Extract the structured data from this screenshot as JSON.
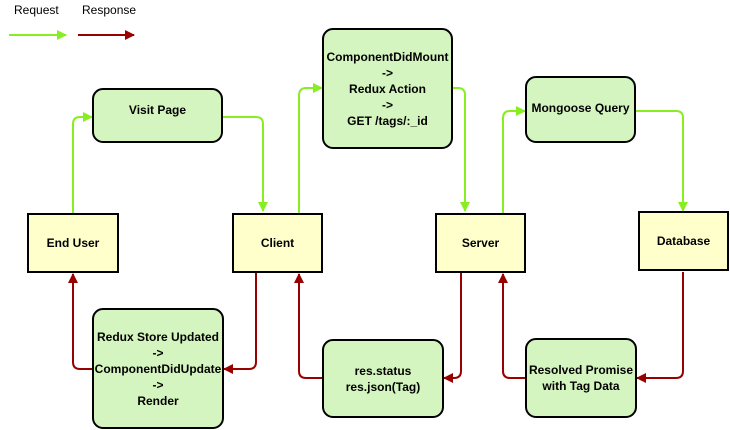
{
  "legend": {
    "request_label": "Request",
    "response_label": "Response",
    "request_color": "#88ee22",
    "response_color": "#990000"
  },
  "nodes": {
    "end_user": "End User",
    "client": "Client",
    "server": "Server",
    "database": "Database",
    "visit_page": "Visit Page",
    "component_did_mount": [
      "ComponentDidMount",
      "->",
      "Redux Action",
      "->",
      "GET /tags/:_id"
    ],
    "mongoose_query": "Mongoose Query",
    "redux_store_updated": [
      "Redux Store Updated",
      "->",
      "ComponentDidUpdate",
      "->",
      "Render"
    ],
    "res_status": [
      "res.status",
      "res.json(Tag)"
    ],
    "resolved_promise": [
      "Resolved Promise",
      "with Tag Data"
    ]
  },
  "colors": {
    "entity_fill": "#ffffcc",
    "step_fill": "#d5f5c0",
    "border": "#000000"
  }
}
